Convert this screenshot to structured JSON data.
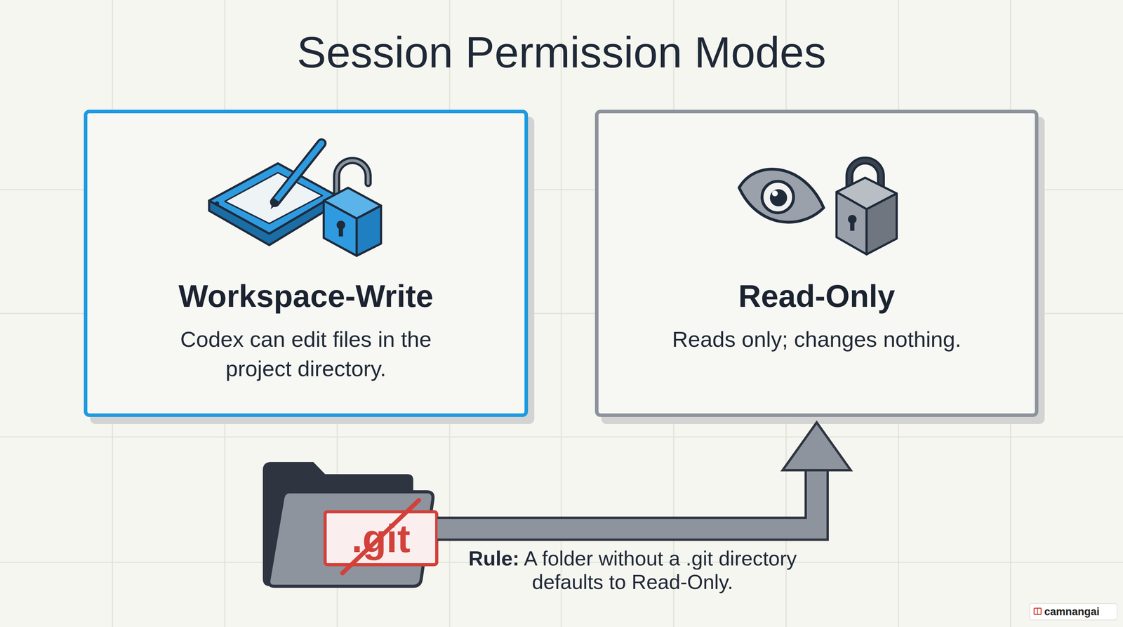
{
  "diagram": {
    "title": "Session Permission Modes",
    "nodes": [
      {
        "text": [
          "Workspace-Write",
          "Codex can edit files in the project directory."
        ]
      },
      {
        "text": [
          "Read-Only",
          "Reads only; changes nothing."
        ]
      },
      {
        "text": [
          ".git"
        ]
      }
    ],
    "edges": [
      {
        "from": 2,
        "to": 1,
        "arrow": "to",
        "label": "Rule: A folder without a .git directory defaults to Read-Only."
      }
    ],
    "labels": [
      "camnangai"
    ]
  }
}
